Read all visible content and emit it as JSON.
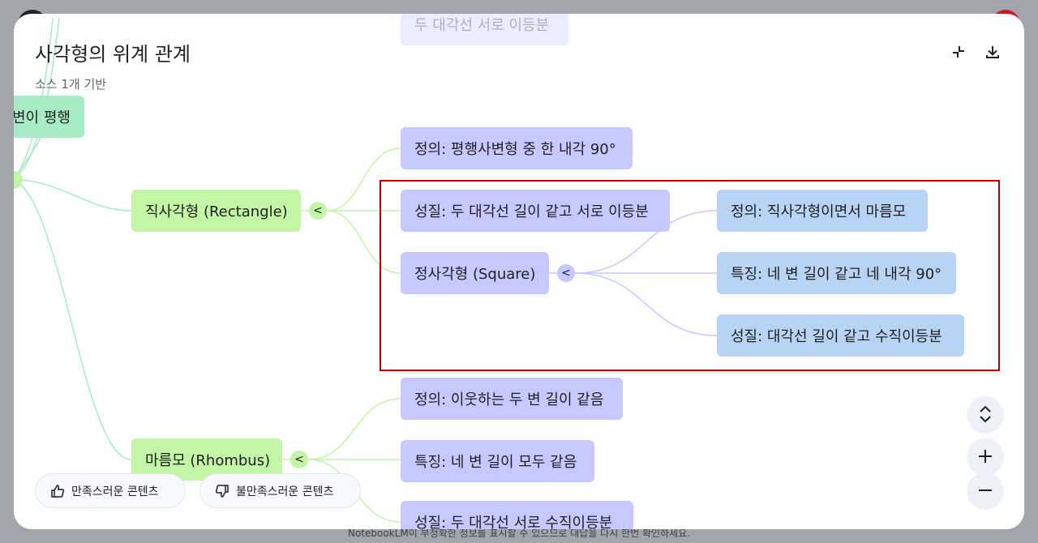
{
  "page": {
    "footer_note": "NotebookLM이 부정확한 정보를 표시할 수 있으므로 대답을 다시 한번 확인하세요."
  },
  "modal": {
    "title": "사각형의 위계 관계",
    "subtitle": "소스 1개 기반"
  },
  "mindmap": {
    "root_partial_label": "변이 평행",
    "top_partial_label": "두 대각선 서로 이등분",
    "rectangle": {
      "label": "직사각형 (Rectangle)",
      "toggle": "<",
      "definition": "정의: 평행사변형 중 한 내각 90°",
      "property": "성질: 두 대각선 길이 같고 서로 이등분",
      "square": {
        "label": "정사각형 (Square)",
        "toggle": "<",
        "definition": "정의: 직사각형이면서 마름모",
        "feature": "특징: 네 변 길이 같고 네 내각 90°",
        "property": "성질: 대각선 길이 같고 수직이등분"
      }
    },
    "rhombus": {
      "label": "마름모 (Rhombus)",
      "toggle": "<",
      "definition": "정의: 이웃하는 두 변 길이 같음",
      "feature": "특징: 네 변 길이 모두 같음",
      "property": "성질: 두 대각선 서로 수직이등분"
    }
  },
  "feedback": {
    "positive_label": "만족스러운 콘텐츠",
    "negative_label": "불만족스러운 콘텐츠"
  },
  "icons": {
    "collapse": "collapse-icon",
    "download": "download-icon",
    "expand_collapse_all": "unfold-icon",
    "zoom_in": "plus-icon",
    "zoom_out": "minus-icon",
    "thumb_up": "thumb-up-icon",
    "thumb_down": "thumb-down-icon"
  },
  "colors": {
    "highlight_border": "#c00000",
    "green_node": "#c2f5a6",
    "purple_node": "#c5c9ff",
    "blue_node": "#b8d4f4"
  }
}
